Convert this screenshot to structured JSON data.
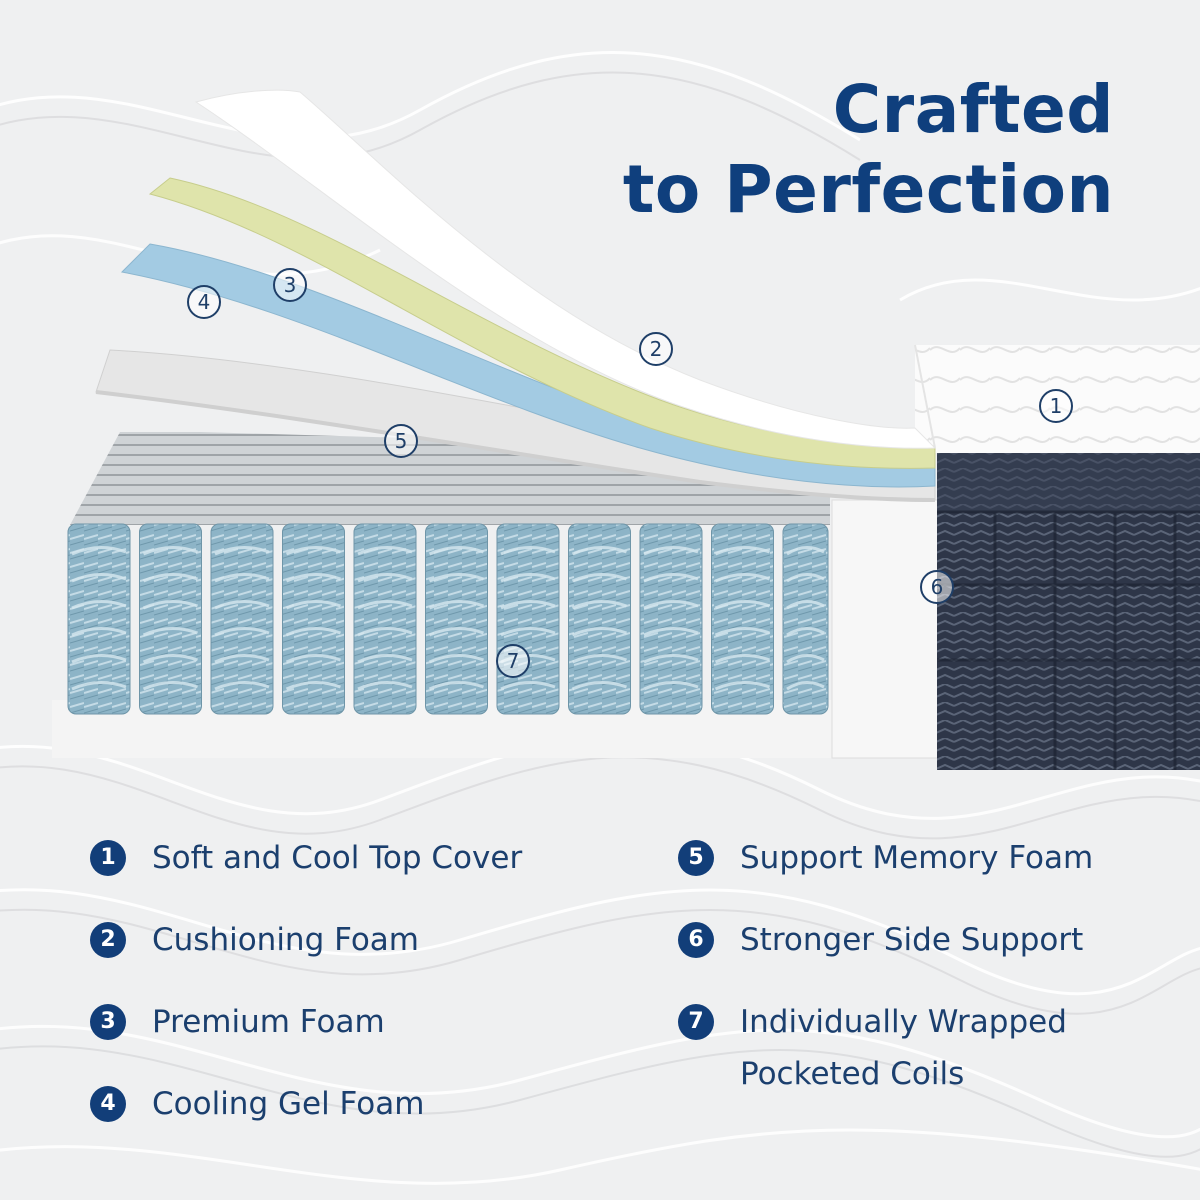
{
  "title": {
    "line1": "Crafted",
    "line2": "to Perfection"
  },
  "callouts": [
    "1",
    "2",
    "3",
    "4",
    "5",
    "6",
    "7"
  ],
  "legend": [
    {
      "number": "1",
      "label": "Soft and Cool Top Cover"
    },
    {
      "number": "2",
      "label": "Cushioning Foam"
    },
    {
      "number": "3",
      "label": "Premium Foam"
    },
    {
      "number": "4",
      "label": "Cooling Gel Foam"
    },
    {
      "number": "5",
      "label": "Support Memory Foam"
    },
    {
      "number": "6",
      "label": "Stronger Side Support"
    },
    {
      "number": "7",
      "label": "Individually Wrapped\nPocketed Coils"
    }
  ],
  "colors": {
    "brand_navy": "#123e79",
    "cushioning_foam": "#ffffff",
    "premium_foam": "#dfe3a9",
    "cooling_gel_foam": "#9ec8e3",
    "support_memory_foam": "#e8e8e8",
    "coil_pocket": "#8fb5c8",
    "side_fabric": "#2c3446"
  }
}
